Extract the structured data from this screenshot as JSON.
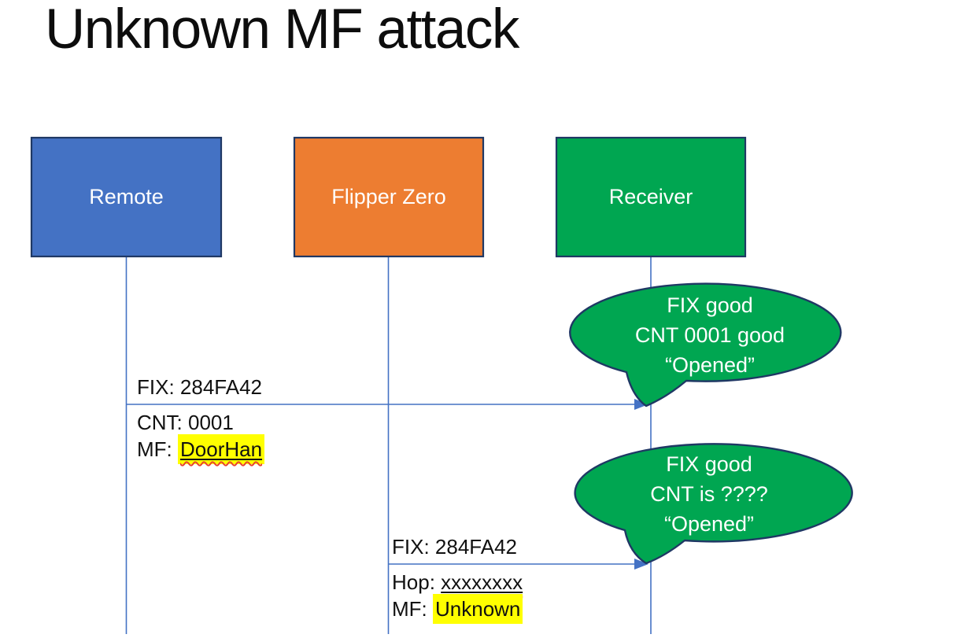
{
  "title": "Unknown MF attack",
  "actors": {
    "remote": {
      "label": "Remote",
      "fill": "#4472C4"
    },
    "flipper": {
      "label": "Flipper Zero",
      "fill": "#ED7D31"
    },
    "receiver": {
      "label": "Receiver",
      "fill": "#00A651"
    }
  },
  "message1": {
    "from": "Remote",
    "to": "Receiver",
    "fix": "FIX: 284FA42",
    "cnt": "CNT: 0001",
    "mf_prefix": "MF: ",
    "mf_value": "DoorHan"
  },
  "message2": {
    "from": "Flipper Zero",
    "to": "Receiver",
    "fix": "FIX: 284FA42",
    "hop_prefix": "Hop: ",
    "hop_value": "xxxxxxxx",
    "mf_prefix": "MF: ",
    "mf_value": "Unknown"
  },
  "callout1": {
    "line1": "FIX good",
    "line2": "CNT 0001 good",
    "line3": "“Opened”"
  },
  "callout2": {
    "line1": "FIX good",
    "line2": "CNT is ????",
    "line3": "“Opened”"
  },
  "colors": {
    "connector_blue": "#4472C4",
    "shape_border": "#1F3864",
    "callout_fill": "#00A651",
    "highlight_yellow": "#FFFF00",
    "spellcheck_red": "#E8442C",
    "title_text": "#0D0D0D",
    "message_text": "#111111",
    "actor_label_text": "#FFFFFF"
  }
}
